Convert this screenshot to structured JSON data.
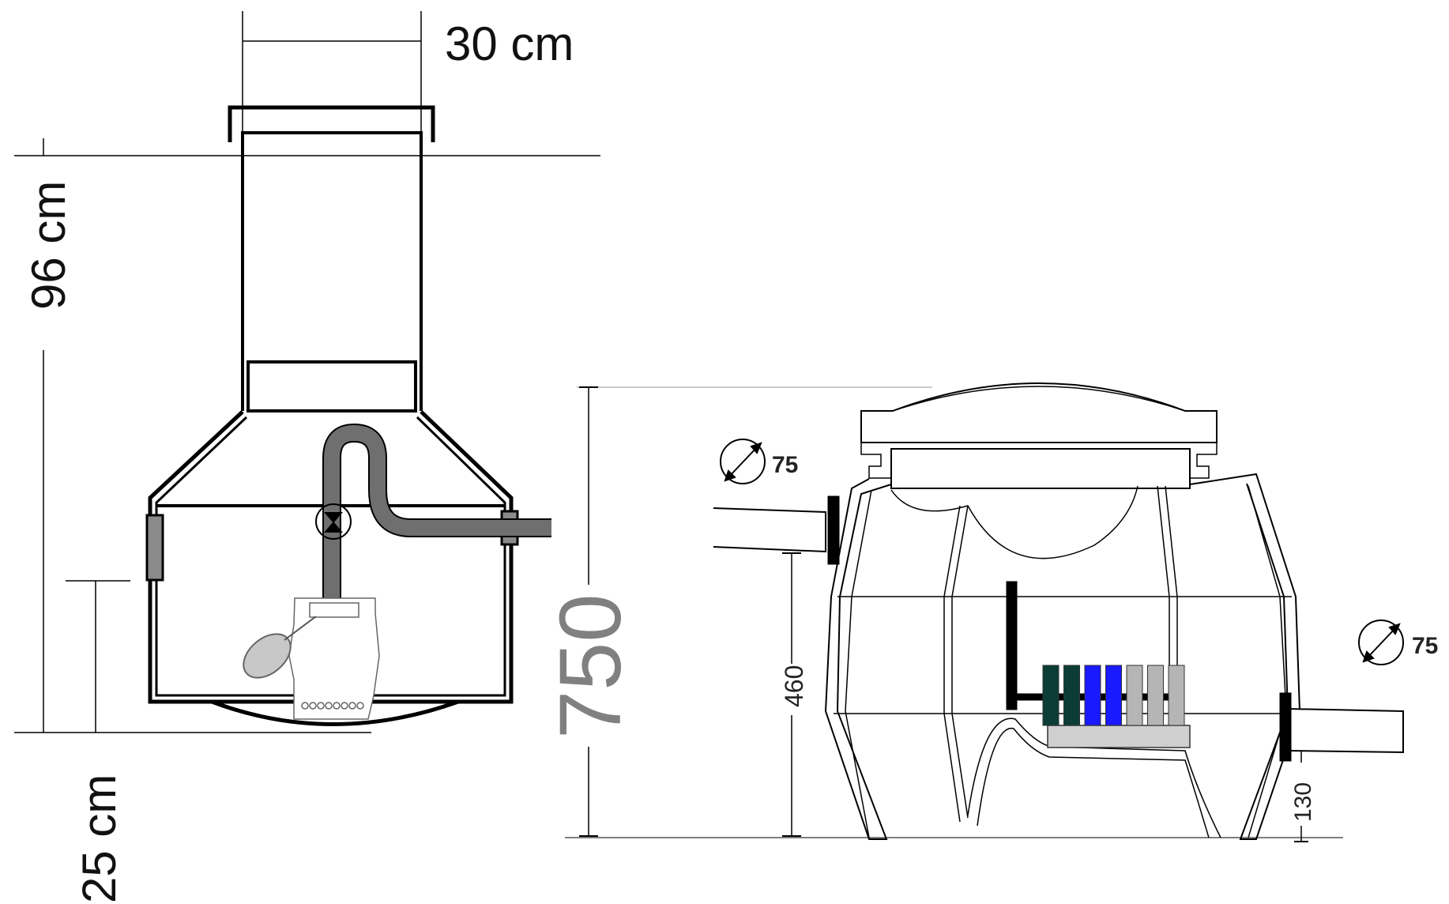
{
  "left_diagram": {
    "width_label": "30 cm",
    "height_label": "96 cm",
    "bottom_label": "25 cm"
  },
  "right_diagram": {
    "total_height_label": "750",
    "inlet_height_label": "460",
    "outlet_height_label": "130",
    "inlet_diameter_label": "75",
    "outlet_diameter_label": "75",
    "media_colors": [
      "#0b3d36",
      "#0b3d36",
      "#1a1aff",
      "#1a1aff",
      "#b5b5b5",
      "#b5b5b5",
      "#b5b5b5"
    ]
  }
}
